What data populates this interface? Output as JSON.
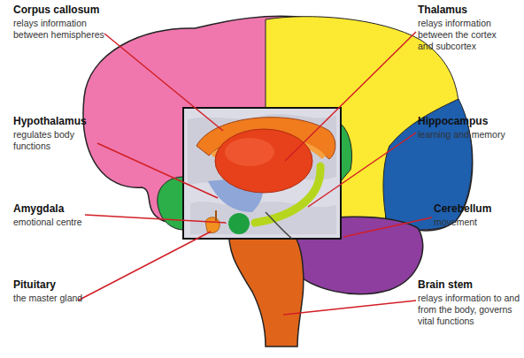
{
  "diagram": {
    "labels": [
      "Corpus callosum",
      "relays information between hemispheres",
      "Hypothalamus",
      "regulates body functions",
      "Amygdala",
      "emotional centre",
      "Pituitary",
      "the master gland",
      "Thalamus",
      "relays information between the cortex and subcortex",
      "Hippocampus",
      "learning and memory",
      "Cerebellum",
      "movement",
      "Brain stem",
      "relays information to and from the body, governs vital functions"
    ]
  }
}
